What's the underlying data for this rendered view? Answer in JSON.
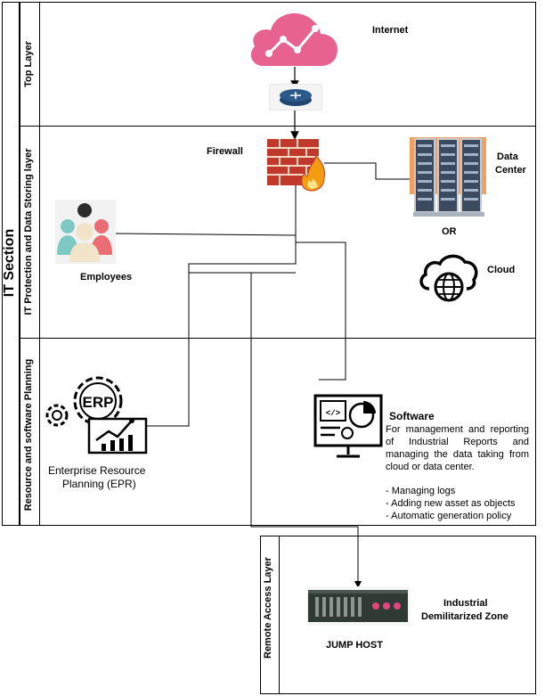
{
  "section_title": "IT Section",
  "layers": {
    "top": "Top Layer",
    "protection": "IT Protection and Data Storing layer",
    "resource": "Resource and software Planning",
    "remote": "Remote Access Layer"
  },
  "nodes": {
    "internet": "Internet",
    "firewall": "Firewall",
    "data_center_line1": "Data",
    "data_center_line2": "Center",
    "or": "OR",
    "cloud": "Cloud",
    "employees": "Employees",
    "erp_icon_text": "ERP",
    "erp_line1": "Enterprise Resource",
    "erp_line2": "Planning (EPR)",
    "software_title": "Software",
    "software_desc": "For management and reporting of Industrial Reports and managing the data taking from cloud or data center.",
    "software_items": [
      "- Managing logs",
      "- Adding new asset as objects",
      "- Automatic generation policy"
    ],
    "jump_host": "JUMP HOST",
    "dmz_line1": "Industrial",
    "dmz_line2": "Demilitarized Zone"
  },
  "colors": {
    "cloud_pink": "#e8628f",
    "router_blue": "#2c5a8a",
    "brick": "#c0392b",
    "flame": "#f39c12",
    "server_frame": "#f0a060",
    "jump_host_body": "#2f3a35",
    "jump_host_led": "#e0457b"
  }
}
